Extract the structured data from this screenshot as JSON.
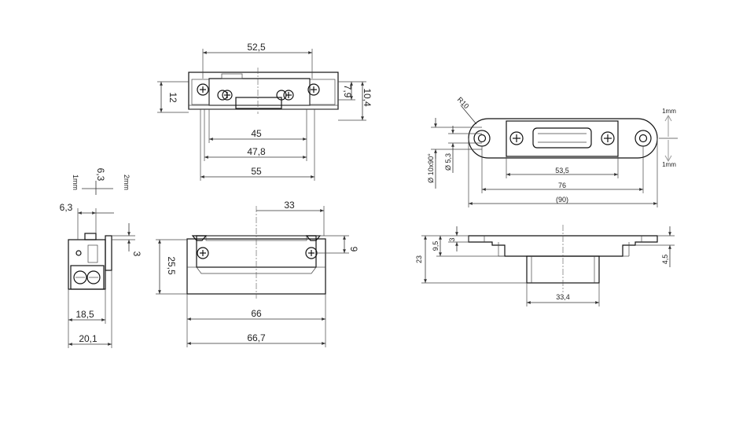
{
  "colors": {
    "line": "#111111",
    "dim": "#333333",
    "arrow_gray": "#9a9a9a"
  },
  "top_view": {
    "dim_52_5": "52,5",
    "dim_12": "12",
    "dim_7_9": "7,9",
    "dim_10_4": "10,4",
    "dim_45": "45",
    "dim_47_8": "47,8",
    "dim_55": "55"
  },
  "side_view": {
    "dim_1mm": "1mm",
    "dim_6_3_top": "6,3",
    "dim_2mm": "2mm",
    "dim_6_3": "6,3",
    "dim_3": "3",
    "dim_18_5": "18,5",
    "dim_20_1": "20,1"
  },
  "front_view": {
    "dim_33": "33",
    "dim_25_5": "25,5",
    "dim_9": "9",
    "dim_66": "66",
    "dim_66_7": "66,7"
  },
  "plate_view": {
    "dim_r10": "R10",
    "dim_1mm_top": "1mm",
    "dim_1mm_bottom": "1mm",
    "dim_d10": "Ø 10x90°",
    "dim_d5_3": "Ø 5,3",
    "dim_53_5": "53,5",
    "dim_76": "76",
    "dim_90": "(90)"
  },
  "plate_side_view": {
    "dim_3": "3",
    "dim_9_5": "9,5",
    "dim_23": "23",
    "dim_4_5": "4,5",
    "dim_33_4": "33,4"
  }
}
